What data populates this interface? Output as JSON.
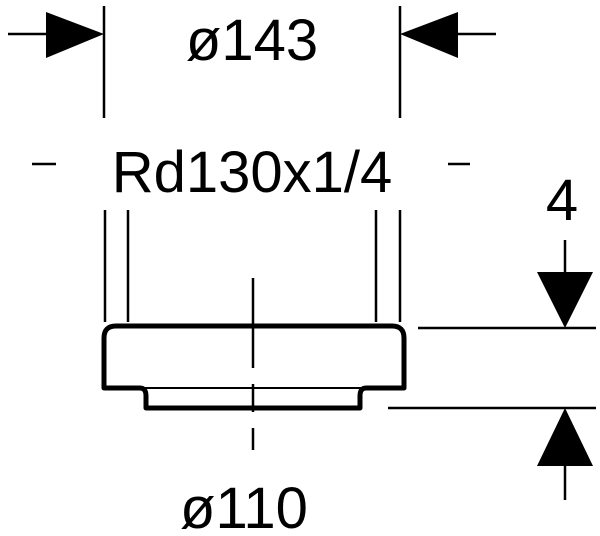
{
  "drawing": {
    "top_diameter": "ø143",
    "thread_label": "Rd130x1/4",
    "height_dimension": "4",
    "bottom_diameter": "ø110"
  },
  "colors": {
    "line": "#000000",
    "background": "#ffffff"
  }
}
